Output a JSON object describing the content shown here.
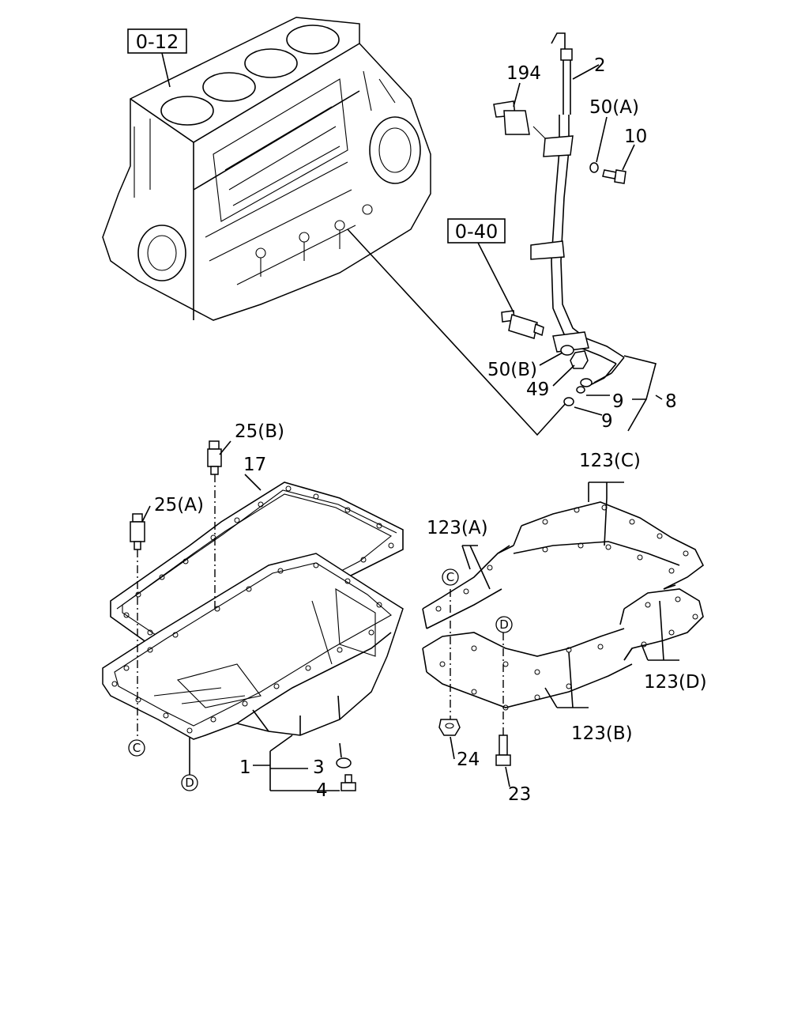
{
  "references": {
    "engine_block": "0-12",
    "dipstick_stud": "0-40"
  },
  "callouts": {
    "c2": "2",
    "c194": "194",
    "c50a": "50(A)",
    "c10": "10",
    "c50b": "50(B)",
    "c49": "49",
    "c9a": "9",
    "c9b": "9",
    "c8": "8",
    "c25b": "25(B)",
    "c17": "17",
    "c25a": "25(A)",
    "c123c": "123(C)",
    "c123a": "123(A)",
    "c123d": "123(D)",
    "c123b": "123(B)",
    "c1": "1",
    "c3": "3",
    "c4": "4",
    "c24": "24",
    "c23": "23"
  },
  "markers": {
    "c_left": "C",
    "d_left": "D",
    "c_right": "C",
    "d_right": "D"
  }
}
